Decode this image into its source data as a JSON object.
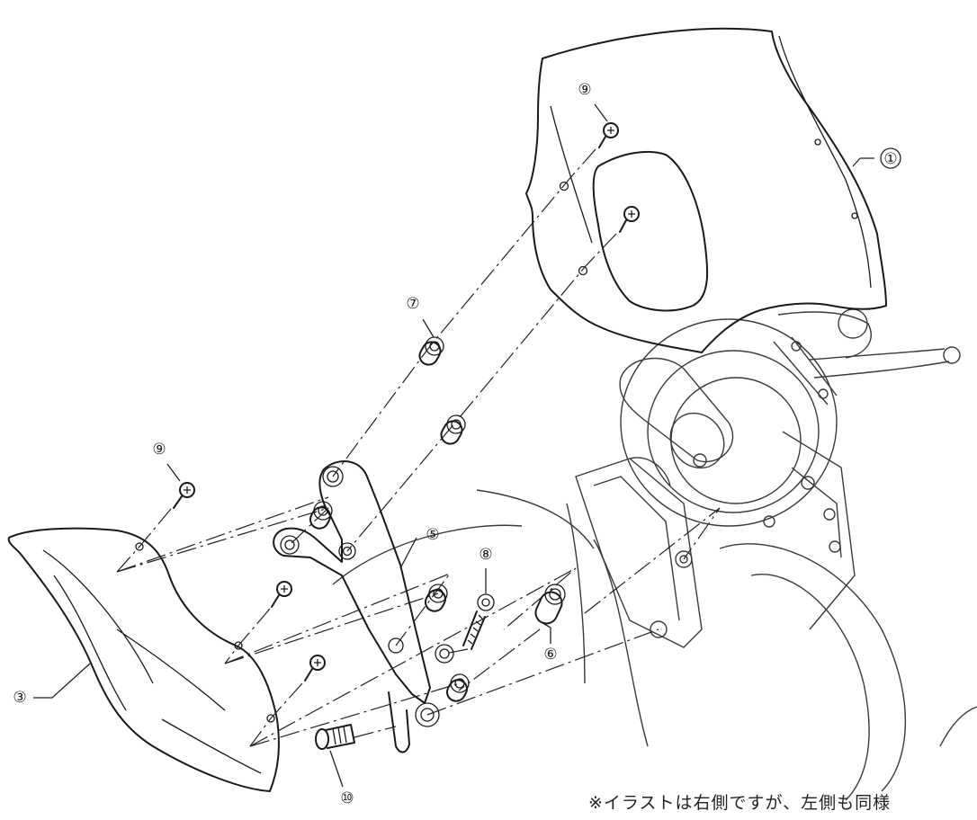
{
  "part_labels": {
    "p1": "①",
    "p3": "③",
    "p5": "⑤",
    "p6": "⑥",
    "p7": "⑦",
    "p8": "⑧",
    "p9_top": "⑨",
    "p9_left": "⑨",
    "p10": "⑩"
  },
  "note": "※イラストは右側ですが、左側も同様"
}
